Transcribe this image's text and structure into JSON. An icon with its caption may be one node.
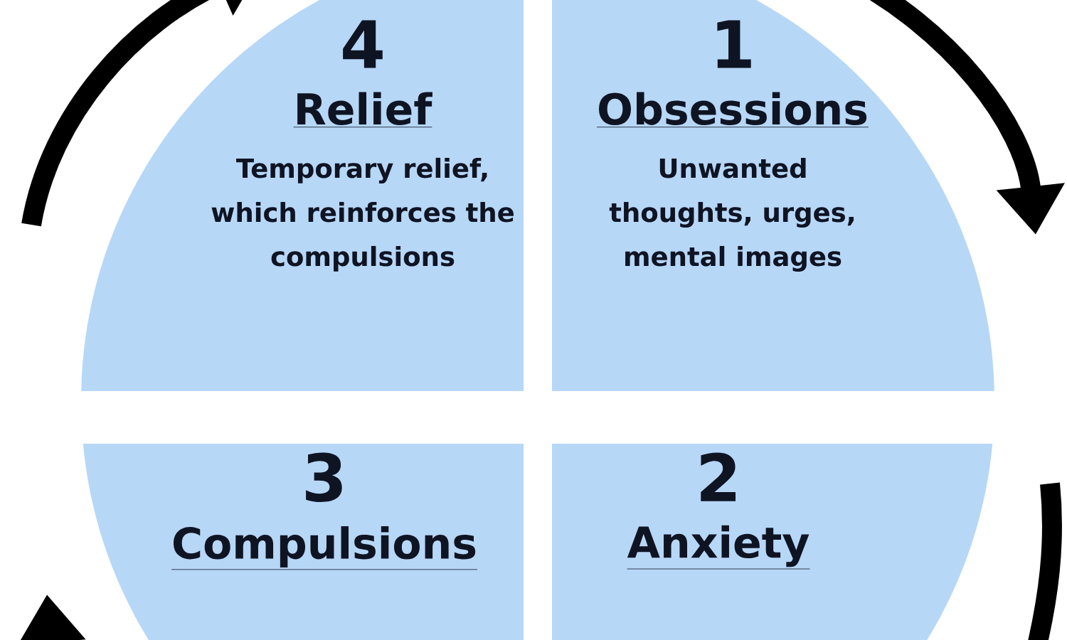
{
  "diagram": {
    "nodes": [
      {
        "text": [
          "4",
          "Relief",
          "Temporary relief, which reinforces the compulsions"
        ]
      },
      {
        "text": [
          "1",
          "Obsessions",
          "Unwanted thoughts, urges, mental images"
        ]
      },
      {
        "text": [
          "3",
          "Compulsions"
        ]
      },
      {
        "text": [
          "2",
          "Anxiety"
        ]
      }
    ]
  }
}
